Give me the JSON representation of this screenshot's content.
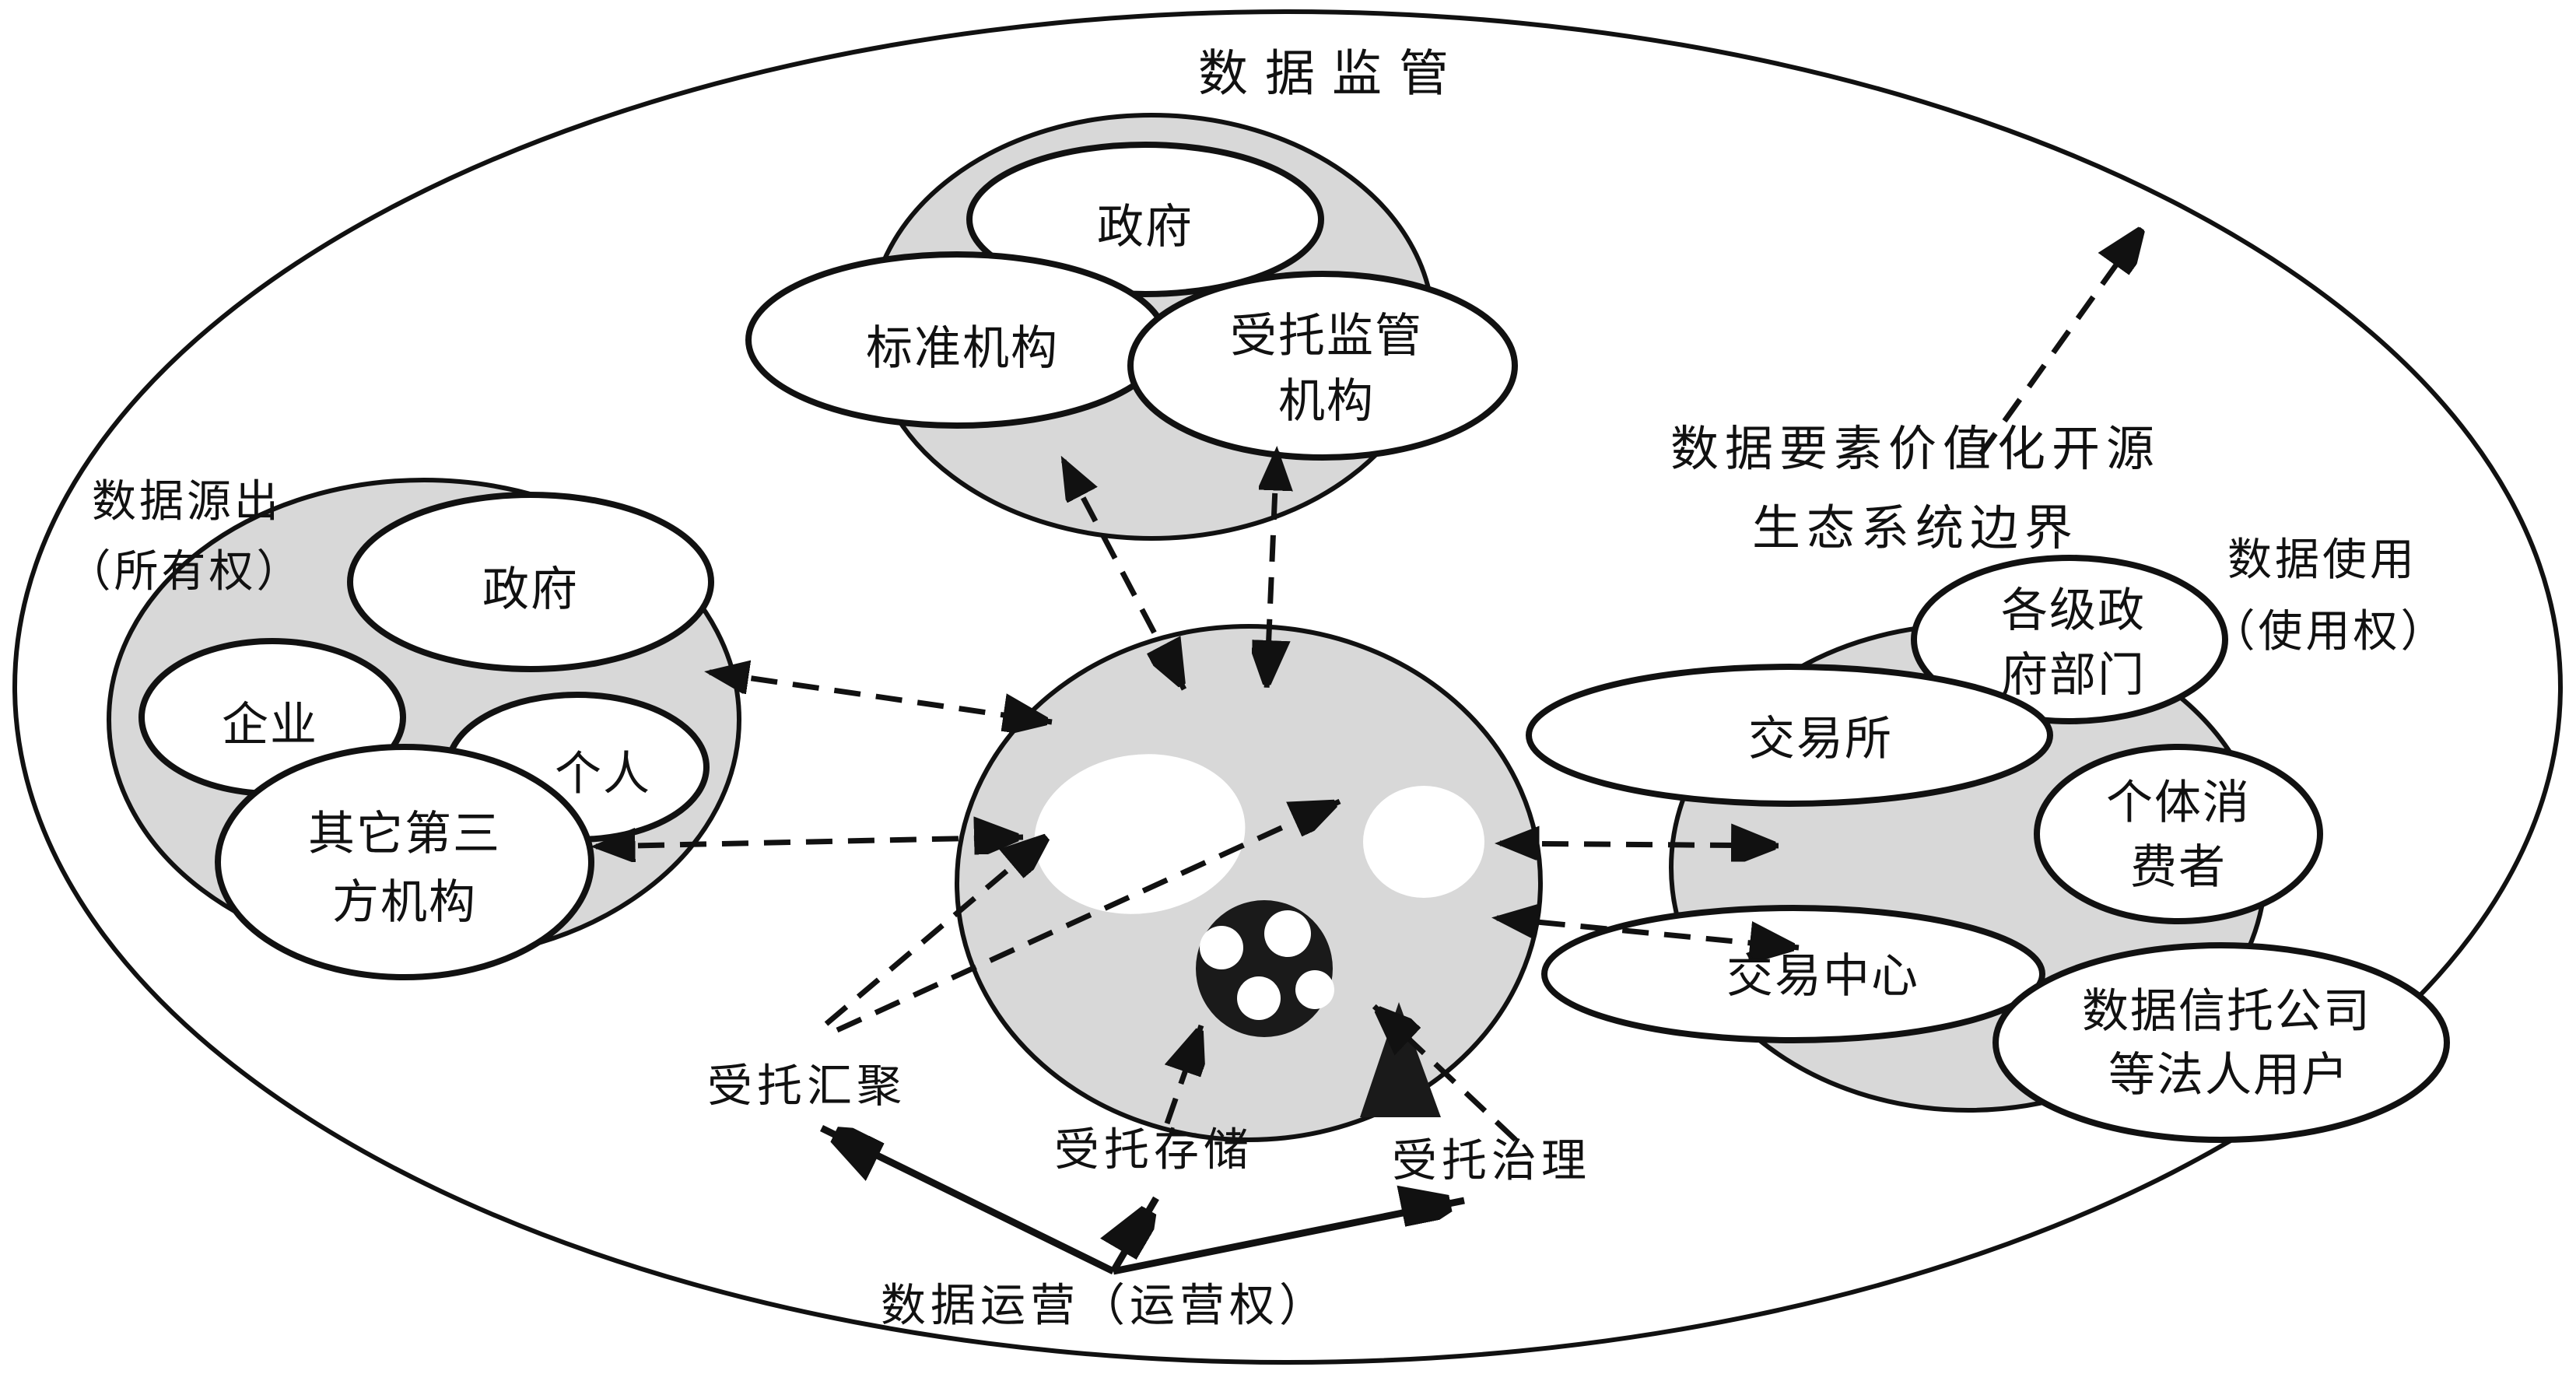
{
  "diagram": {
    "boundary_label": {
      "line1": "数据要素价值化开源",
      "line2": "生态系统边界"
    },
    "clusters": {
      "regulation": {
        "label": "数据监管",
        "government": "政府",
        "standards": "标准机构",
        "trustee_line1": "受托监管",
        "trustee_line2": "机构"
      },
      "source": {
        "label_line1": "数据源出",
        "label_line2": "（所有权）",
        "government": "政府",
        "enterprise": "企业",
        "individual": "个人",
        "third_party_line1": "其它第三",
        "third_party_line2": "方机构"
      },
      "usage": {
        "label_line1": "数据使用",
        "label_line2": "（使用权）",
        "gov_depts_line1": "各级政",
        "gov_depts_line2": "府部门",
        "exchange": "交易所",
        "consumers_line1": "个体消",
        "consumers_line2": "费者",
        "trading_center": "交易中心",
        "trust_line1": "数据信托公司",
        "trust_line2": "等法人用户"
      }
    },
    "operations": {
      "aggregation": "受托汇聚",
      "storage": "受托存储",
      "governance": "受托治理",
      "label": "数据运营（运营权）"
    },
    "colors": {
      "cluster_fill": "#d8d8d8",
      "stroke": "#111111",
      "background": "#ffffff"
    }
  }
}
